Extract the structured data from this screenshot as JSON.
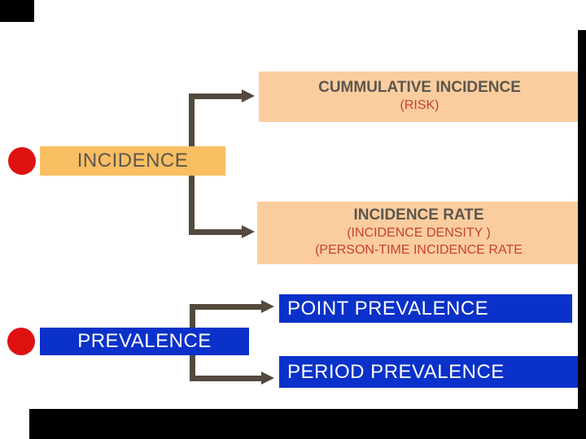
{
  "colors": {
    "background": "#FFFFFF",
    "incidence_parent_fill": "#F8BE62",
    "incidence_child_fill": "#FBCD9E",
    "prevalence_fill": "#0A31C9",
    "bullet_red": "#E01111",
    "dark_text": "#5B564E",
    "red_text": "#C8402E",
    "connector": "#54493C",
    "frame_black": "#000000"
  },
  "diagram": {
    "incidence": {
      "label": "INCIDENCE",
      "children": {
        "cumulative": {
          "title": "CUMMULATIVE INCIDENCE",
          "sub1": "(RISK)"
        },
        "rate": {
          "title": "INCIDENCE RATE",
          "sub1": "(INCIDENCE DENSITY )",
          "sub2": "(PERSON-TIME INCIDENCE RATE"
        }
      }
    },
    "prevalence": {
      "label": "PREVALENCE",
      "children": {
        "point": {
          "title": "POINT PREVALENCE"
        },
        "period": {
          "title": "PERIOD PREVALENCE"
        }
      }
    }
  }
}
